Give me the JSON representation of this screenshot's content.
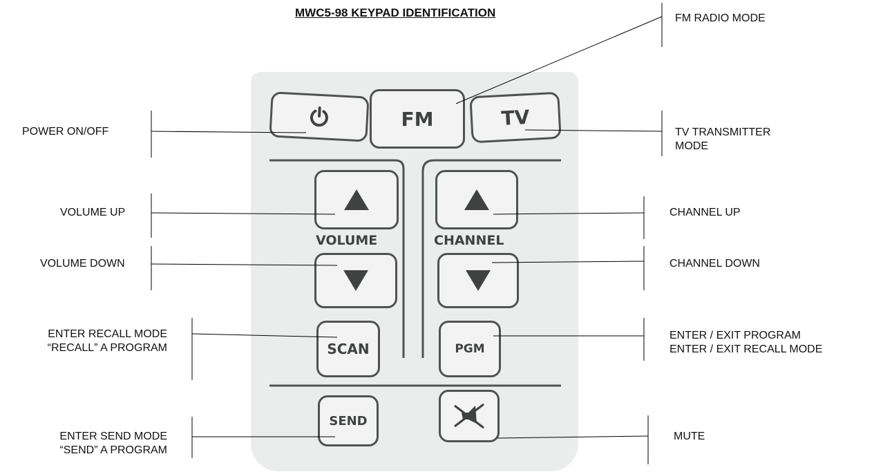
{
  "title": "MWC5-98  KEYPAD IDENTIFICATION",
  "keys": {
    "fm": "FM",
    "tv": "TV",
    "scan": "SCAN",
    "pgm": "PGM",
    "send": "SEND"
  },
  "groups": {
    "volume": "VOLUME",
    "channel": "CHANNEL"
  },
  "icons": {
    "power": "power-icon",
    "mute": "mute-icon",
    "up": "up-arrow-icon",
    "down": "down-arrow-icon"
  },
  "labels": {
    "fm_radio": "FM RADIO MODE",
    "power": "POWER ON/OFF",
    "tv_line1": "TV TRANSMITTER",
    "tv_line2": "MODE",
    "volume_up": "VOLUME UP",
    "channel_up": "CHANNEL UP",
    "volume_down": "VOLUME DOWN",
    "channel_down": "CHANNEL DOWN",
    "recall_line1": "ENTER RECALL MODE",
    "recall_line2": "“RECALL” A PROGRAM",
    "program_line1": "ENTER / EXIT PROGRAM",
    "program_line2": "ENTER / EXIT RECALL MODE",
    "send_line1": "ENTER SEND MODE",
    "send_line2": "“SEND” A PROGRAM",
    "mute": "MUTE"
  }
}
